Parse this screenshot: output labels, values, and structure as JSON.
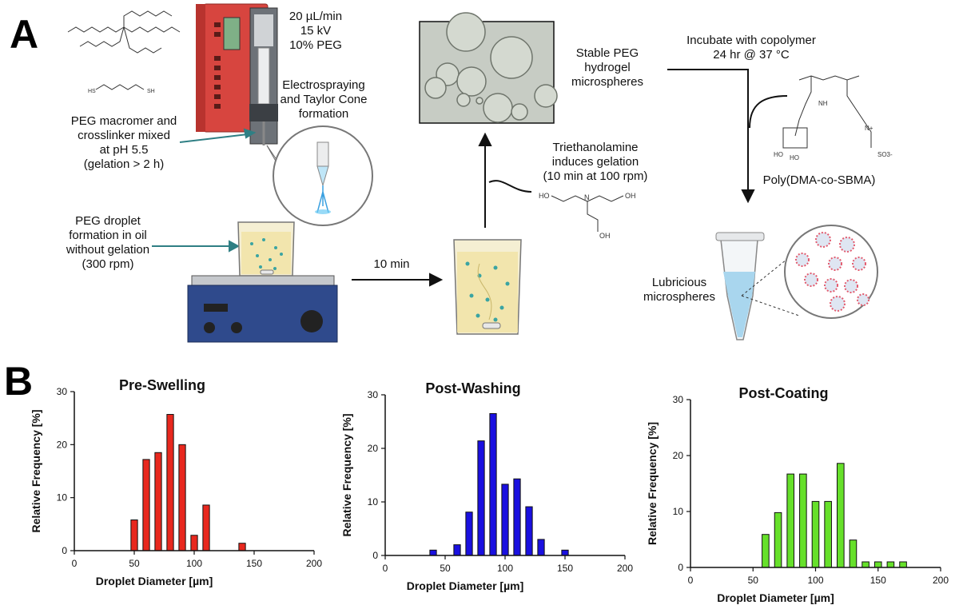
{
  "panel_a": {
    "letter": "A",
    "params": [
      "20 µL/min",
      "15 kV",
      "10% PEG"
    ],
    "electrospray": [
      "Electrospraying",
      "and Taylor Cone",
      "formation"
    ],
    "macromer": [
      "PEG macromer and",
      "crosslinker mixed",
      "at pH 5.5",
      "(gelation > 2 h)"
    ],
    "droplet": [
      "PEG droplet",
      "formation in oil",
      "without gelation",
      "(300 rpm)"
    ],
    "time_step": "10 min",
    "gelation": [
      "Triethanolamine",
      "induces gelation",
      "(10 min at 100 rpm)"
    ],
    "stable": [
      "Stable PEG",
      "hydrogel",
      "microspheres"
    ],
    "incubate": [
      "Incubate with copolymer",
      "24 hr @ 37 °C"
    ],
    "copolymer": "Poly(DMA-co-SBMA)",
    "lubricious": [
      "Lubricious",
      "microspheres"
    ],
    "colors": {
      "pump_red": "#d7453f",
      "beaker_liquid": "#f2e3a8",
      "droplet": "#3aa4a2",
      "tube_liquid": "#a9d6ee",
      "coating": "#e35b6e",
      "stirrer": "#2f4a8c"
    }
  },
  "panel_b": {
    "letter": "B"
  },
  "chart_data": [
    {
      "type": "bar",
      "title": "Pre-Swelling",
      "xlabel": "Droplet  Diameter [µm]",
      "ylabel": "Relative Frequency [%]",
      "color": "#e8281e",
      "xlim": [
        0,
        200
      ],
      "ylim": [
        0,
        30
      ],
      "xticks": [
        "0",
        "50",
        "100",
        "150",
        "200"
      ],
      "yticks": [
        "0",
        "10",
        "20",
        "30"
      ],
      "x": [
        50,
        60,
        70,
        80,
        90,
        100,
        110,
        140
      ],
      "values": [
        5.8,
        17.2,
        18.5,
        25.7,
        20.0,
        2.9,
        8.6,
        1.4
      ]
    },
    {
      "type": "bar",
      "title": "Post-Washing",
      "xlabel": "Droplet  Diameter [µm]",
      "ylabel": "Relative Frequency [%]",
      "color": "#1a10e0",
      "xlim": [
        0,
        200
      ],
      "ylim": [
        0,
        30
      ],
      "xticks": [
        "0",
        "50",
        "100",
        "150",
        "200"
      ],
      "yticks": [
        "0",
        "10",
        "20",
        "30"
      ],
      "x": [
        40,
        60,
        70,
        80,
        90,
        100,
        110,
        120,
        130,
        150
      ],
      "values": [
        1.0,
        2.0,
        8.1,
        21.4,
        26.5,
        13.3,
        14.3,
        9.1,
        3.0,
        1.0
      ]
    },
    {
      "type": "bar",
      "title": "Post-Coating",
      "xlabel": "Droplet  Diameter [µm]",
      "ylabel": "Relative Frequency [%]",
      "color": "#66e02a",
      "xlim": [
        0,
        200
      ],
      "ylim": [
        0,
        30
      ],
      "xticks": [
        "0",
        "50",
        "100",
        "150",
        "200"
      ],
      "yticks": [
        "0",
        "10",
        "20",
        "30"
      ],
      "x": [
        60,
        70,
        80,
        90,
        100,
        110,
        120,
        130,
        140,
        150,
        160,
        170
      ],
      "values": [
        5.9,
        9.8,
        16.7,
        16.7,
        11.8,
        11.8,
        18.6,
        4.9,
        1.0,
        1.0,
        1.0,
        1.0
      ]
    }
  ]
}
